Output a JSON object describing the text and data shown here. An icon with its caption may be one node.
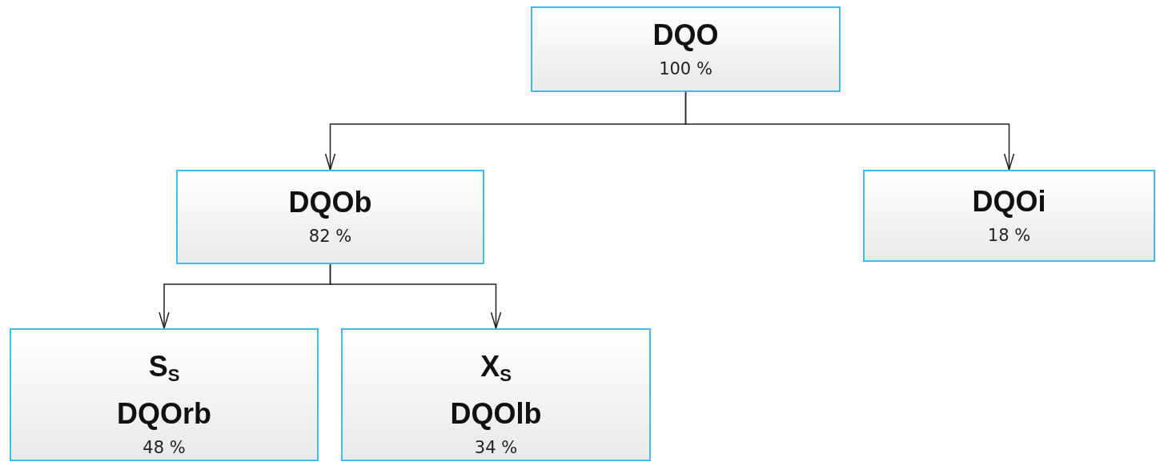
{
  "diagram": {
    "nodes": [
      {
        "text": [
          "DQO",
          "100 %"
        ]
      },
      {
        "text": [
          "DQOb",
          "82 %"
        ]
      },
      {
        "text": [
          "DQOi",
          "18 %"
        ]
      },
      {
        "text": [
          "S$_{S}$",
          "DQOrb",
          "48 %"
        ]
      },
      {
        "text": [
          "X$_{S}$",
          "DQOlb",
          "34 %"
        ]
      }
    ],
    "edges": [
      {
        "from": 0,
        "to": 1,
        "arrow": "to"
      },
      {
        "from": 0,
        "to": 2,
        "arrow": "to"
      },
      {
        "from": 1,
        "to": 3,
        "arrow": "to"
      },
      {
        "from": 1,
        "to": 4,
        "arrow": "to"
      }
    ]
  }
}
